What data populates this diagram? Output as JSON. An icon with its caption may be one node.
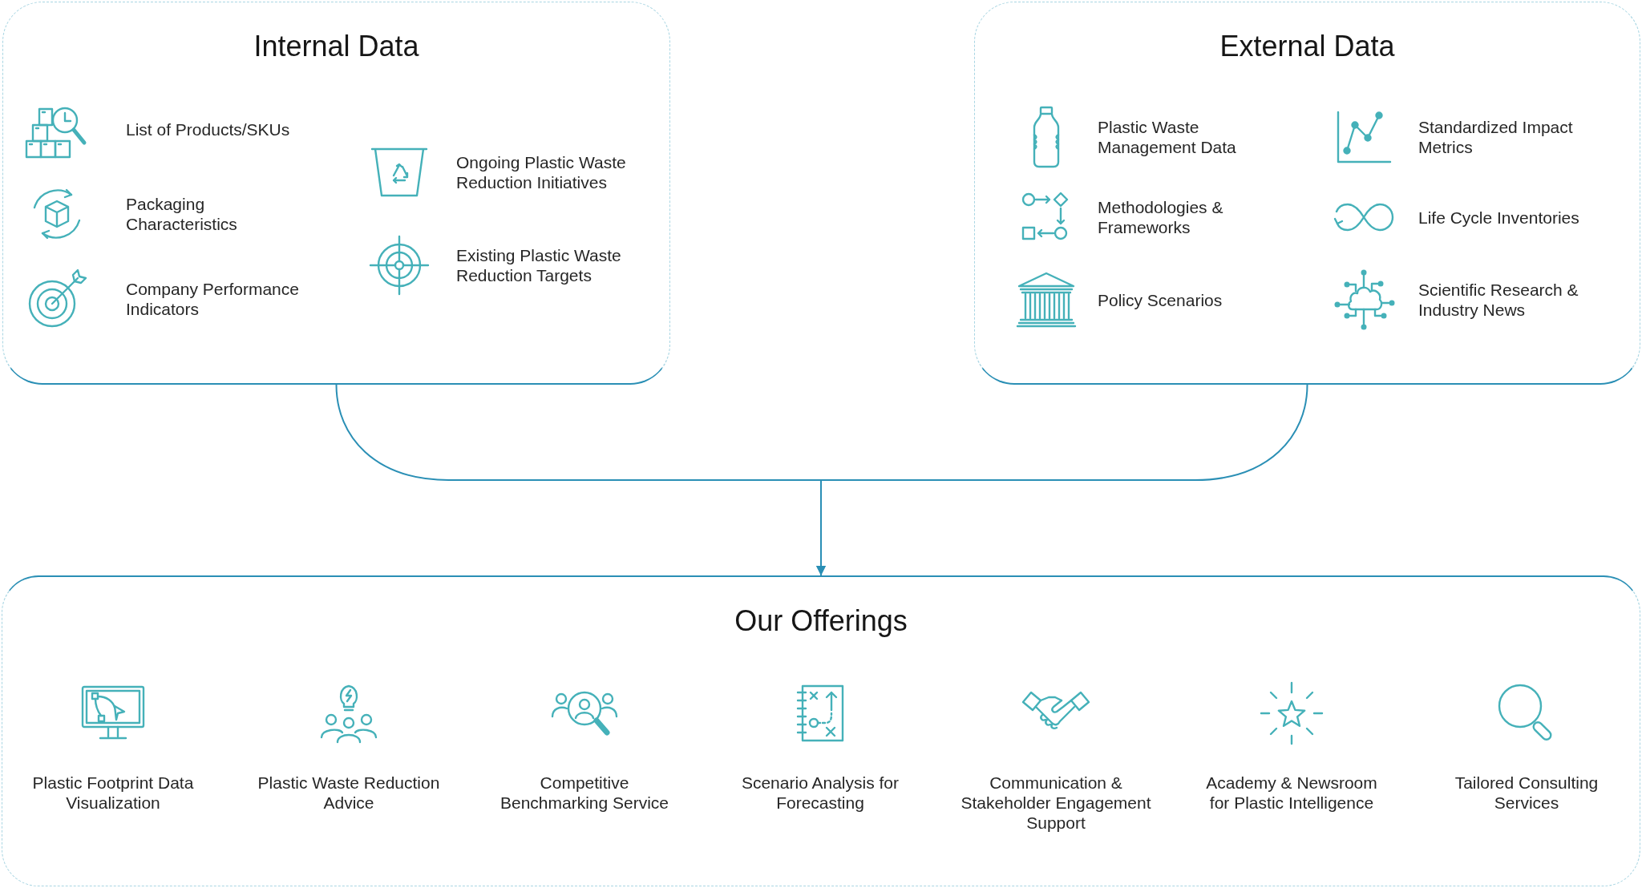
{
  "diagram": {
    "nodes": [
      {
        "text": [
          "Internal Data"
        ]
      },
      {
        "text": [
          "List of Products/SKUs"
        ],
        "in": 0
      },
      {
        "text": [
          "Packaging Characteristics"
        ],
        "in": 0
      },
      {
        "text": [
          "Company Performance Indicators"
        ],
        "in": 0
      },
      {
        "text": [
          "Ongoing Plastic Waste Reduction Initiatives"
        ],
        "in": 0
      },
      {
        "text": [
          "Existing Plastic Waste Reduction Targets"
        ],
        "in": 0
      },
      {
        "text": [
          "External Data"
        ]
      },
      {
        "text": [
          "Plastic Waste Management Data"
        ],
        "in": 6
      },
      {
        "text": [
          "Standardized Impact Metrics"
        ],
        "in": 6
      },
      {
        "text": [
          "Methodologies & Frameworks"
        ],
        "in": 6
      },
      {
        "text": [
          "Life Cycle Inventories"
        ],
        "in": 6
      },
      {
        "text": [
          "Policy Scenarios"
        ],
        "in": 6
      },
      {
        "text": [
          "Scientific Research & Industry News"
        ],
        "in": 6
      },
      {
        "text": [
          "Our Offerings"
        ]
      },
      {
        "text": [
          "Plastic Footprint Data Visualization"
        ],
        "in": 13
      },
      {
        "text": [
          "Plastic Waste Reduction Advice"
        ],
        "in": 13
      },
      {
        "text": [
          "Competitive Benchmarking Service"
        ],
        "in": 13
      },
      {
        "text": [
          "Scenario Analysis for Forecasting"
        ],
        "in": 13
      },
      {
        "text": [
          "Communication & Stakeholder Engagement Support"
        ],
        "in": 13
      },
      {
        "text": [
          "Academy & Newsroom for Plastic Intelligence"
        ],
        "in": 13
      },
      {
        "text": [
          "Tailored Consulting Services"
        ],
        "in": 13
      }
    ],
    "edges": [
      {
        "from": 0,
        "to": 13,
        "arrow": "to"
      },
      {
        "from": 6,
        "to": 13,
        "arrow": "to"
      }
    ]
  }
}
